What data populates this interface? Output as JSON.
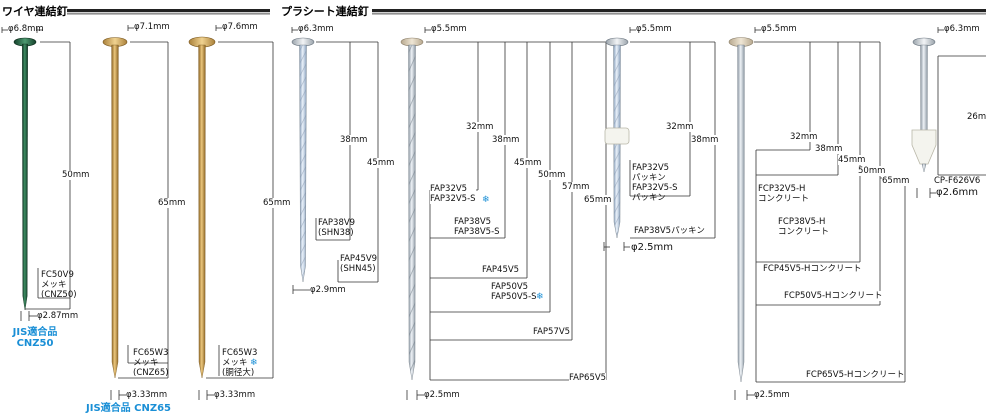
{
  "sections": {
    "wire": "ワイヤ連結釘",
    "plastic": "プラシート連結釘"
  },
  "colors": {
    "green": "#1f5b3c",
    "gold": "#c79a45",
    "silver": "#cfd6dd",
    "blue_accent": "#1a8fd6"
  },
  "nails": [
    {
      "id": "fc50v9",
      "head_dia": "φ6.8mm",
      "length": "50mm",
      "label": "FC50V9\nメッキ\n(CNZ50)",
      "shank_dia": "φ2.87mm",
      "jis": "JIS適合品\nCNZ50"
    },
    {
      "id": "fc65w3a",
      "head_dia": "φ7.1mm",
      "length": "65mm",
      "label": "FC65W3\nメッキ\n(CNZ65)",
      "shank_dia": "φ3.33mm",
      "jis": "JIS適合品 CNZ65"
    },
    {
      "id": "fc65w3b",
      "head_dia": "φ7.6mm",
      "length": "65mm",
      "label": "FC65W3\nメッキ\n(胴径大)",
      "shank_dia": "φ3.33mm"
    },
    {
      "id": "fap_small",
      "head_dia": "φ6.3mm",
      "lengths": [
        "38mm",
        "45mm"
      ],
      "models": [
        "FAP38V9\n(SHN38)",
        "FAP45V9\n(SHN45)"
      ],
      "shank_dia": "φ2.9mm"
    },
    {
      "id": "fap_long",
      "head_dia": "φ5.5mm",
      "lengths": [
        "32mm",
        "38mm",
        "45mm",
        "50mm",
        "57mm",
        "65mm"
      ],
      "models": [
        "FAP32V5\nFAP32V5-S",
        "FAP38V5\nFAP38V5-S",
        "FAP45V5",
        "FAP50V5\nFAP50V5-S",
        "FAP57V5",
        "FAP65V5"
      ],
      "shank_dia": "φ2.5mm"
    },
    {
      "id": "fap_packing",
      "head_dia": "φ5.5mm",
      "lengths": [
        "32mm",
        "38mm"
      ],
      "models": [
        "FAP32V5\nパッキン\nFAP32V5-S\nパッキン",
        "FAP38V5パッキン"
      ],
      "shank_dia": "φ2.5mm"
    },
    {
      "id": "fcp",
      "head_dia": "φ5.5mm",
      "lengths": [
        "32mm",
        "38mm",
        "45mm",
        "50mm",
        "65mm"
      ],
      "models": [
        "FCP32V5-H\nコンクリート",
        "FCP38V5-H\nコンクリート",
        "FCP45V5-Hコンクリート",
        "FCP50V5-Hコンクリート",
        "FCP65V5-Hコンクリート"
      ],
      "shank_dia": "φ2.5mm"
    },
    {
      "id": "cp",
      "head_dia": "φ6.3mm",
      "length": "26mm",
      "label": "CP-F626V6",
      "shank_dia": "φ2.6mm"
    }
  ],
  "snowflake": "❄"
}
